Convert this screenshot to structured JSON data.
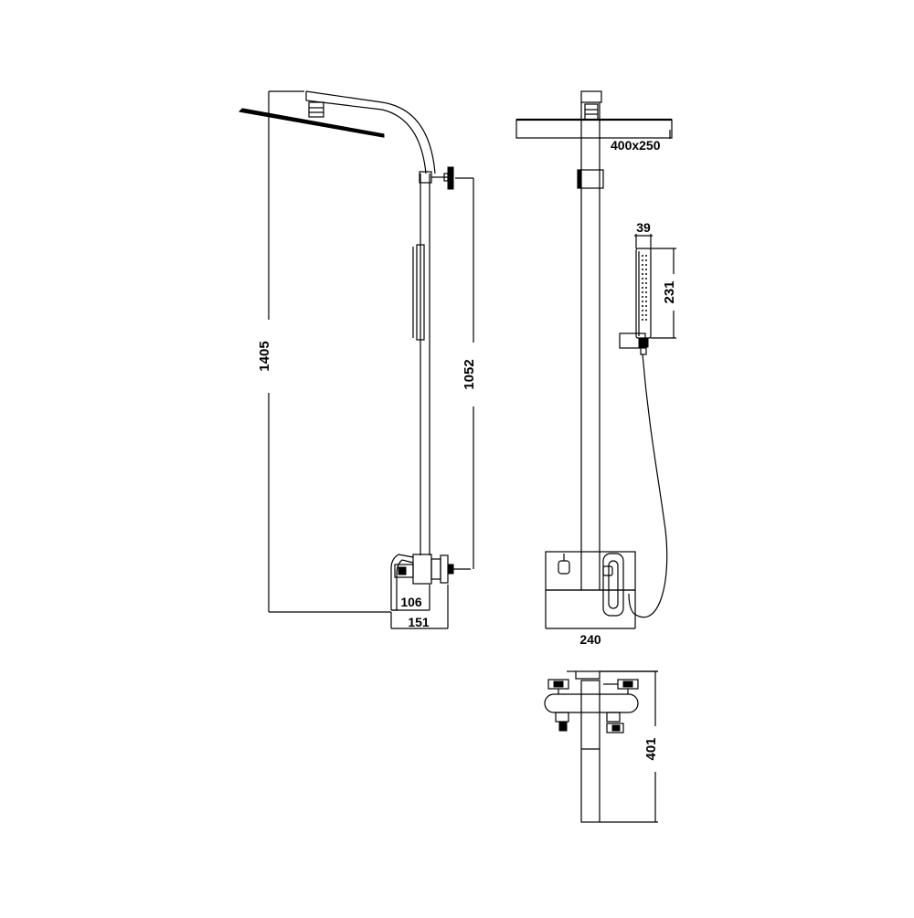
{
  "colors": {
    "line": "#000000",
    "background": "#ffffff"
  },
  "dimensions": {
    "side_total_height": "1405",
    "side_pipe_height": "1052",
    "side_mixer_depth": "106",
    "side_total_depth": "151",
    "front_head_size": "400x250",
    "front_handshower_width": "39",
    "front_handshower_length": "231",
    "front_mixer_width": "240",
    "top_mixer_depth": "401"
  }
}
